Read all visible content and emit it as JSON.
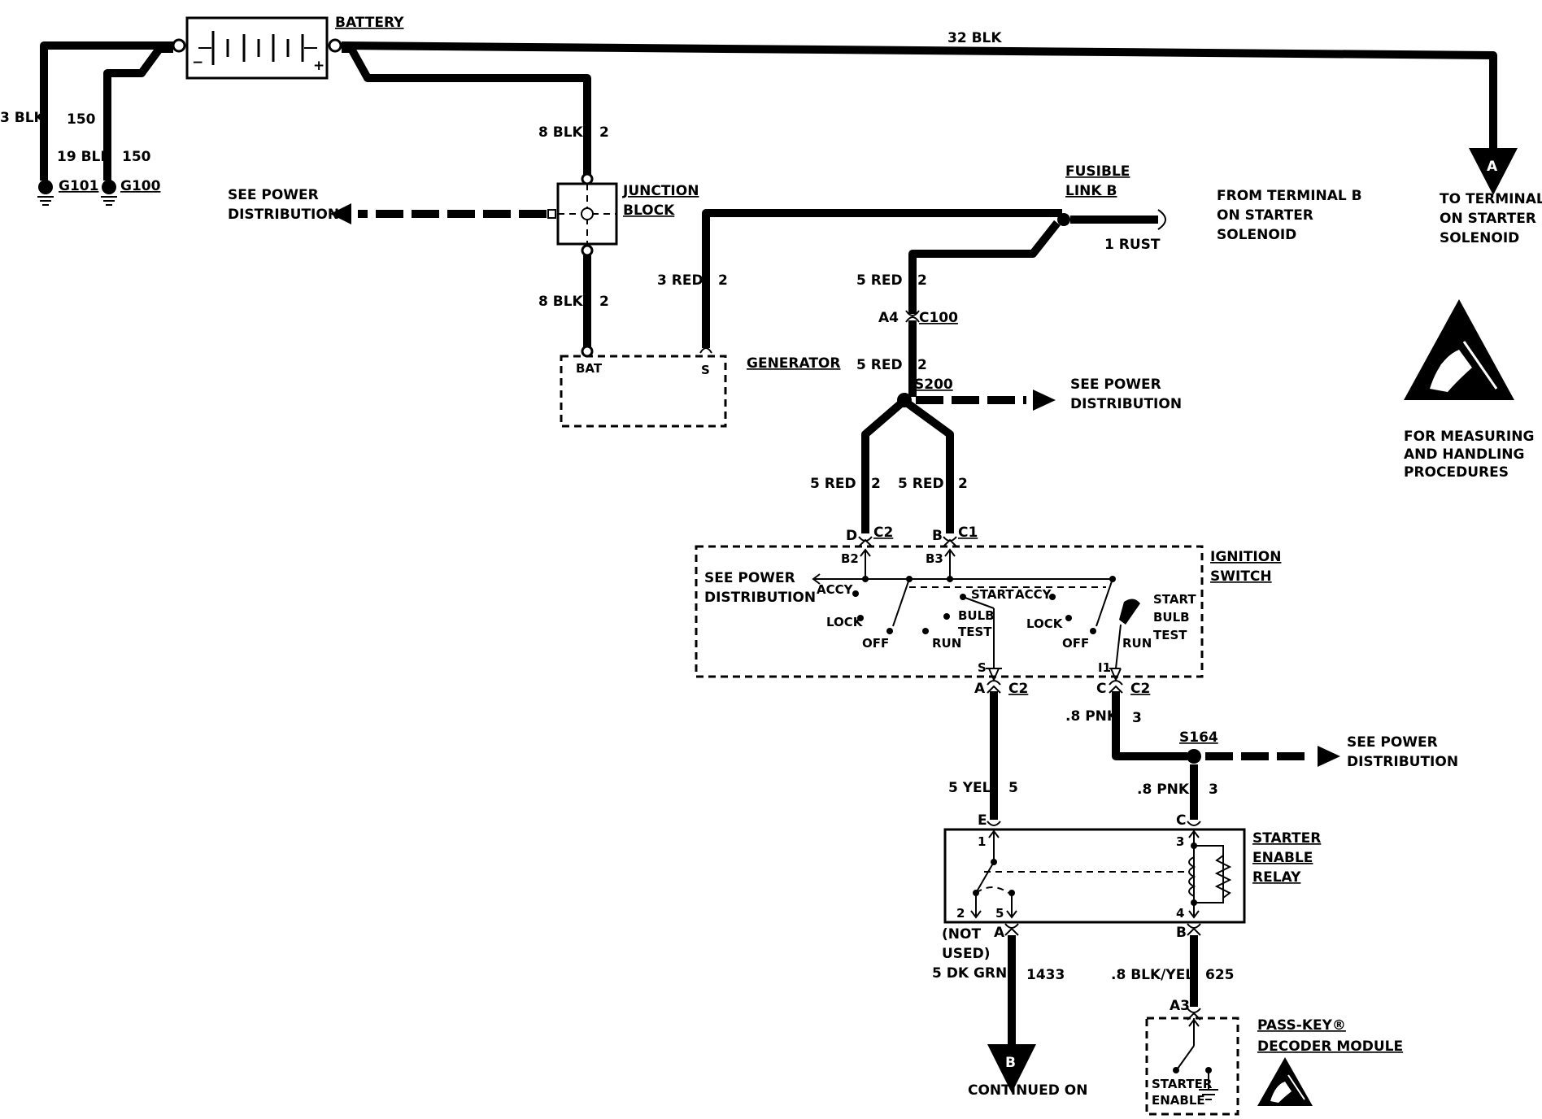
{
  "battery": {
    "label": "BATTERY",
    "wire_top": "32 BLK"
  },
  "grounds": {
    "g101": {
      "label": "G101",
      "wire": "3 BLK",
      "circuit": "150"
    },
    "g100": {
      "label": "G100",
      "wire": "19 BLK",
      "circuit": "150"
    }
  },
  "junction_block": {
    "label_1": "JUNCTION",
    "label_2": "BLOCK",
    "wire_top": "8 BLK",
    "wire_top_circuit": "2",
    "wire_bottom": "8 BLK",
    "wire_bottom_circuit": "2",
    "see_1": "SEE POWER",
    "see_2": "DISTRIBUTION"
  },
  "generator": {
    "label": "GENERATOR",
    "bat": "BAT",
    "s": "S",
    "wire": "3 RED",
    "circuit": "2"
  },
  "fusible_link": {
    "label_1": "FUSIBLE",
    "label_2": "LINK B",
    "wire": "1 RUST",
    "from_1": "FROM TERMINAL B",
    "from_2": "ON STARTER",
    "from_3": "SOLENOID"
  },
  "to_terminal": {
    "marker": "A",
    "line_1": "TO TERMINAL B",
    "line_2": "ON STARTER",
    "line_3": "SOLENOID"
  },
  "esd_note": {
    "line_1": "FOR MEASURING",
    "line_2": "AND HANDLING",
    "line_3": "PROCEDURES"
  },
  "red_circuit": {
    "wire_1": "5 RED",
    "circuit_1": "2",
    "connector_pin": "A4",
    "connector": "C100",
    "wire_2": "5 RED",
    "circuit_2": "2",
    "splice": "S200",
    "see_1": "SEE POWER",
    "see_2": "DISTRIBUTION",
    "left_wire": "5 RED",
    "left_circuit": "2",
    "right_wire": "5 RED",
    "right_circuit": "2"
  },
  "ignition_switch": {
    "label_1": "IGNITION",
    "label_2": "SWITCH",
    "conn_left_pin": "D",
    "conn_left": "C2",
    "conn_left_inner": "B2",
    "conn_right_pin": "B",
    "conn_right": "C1",
    "conn_right_inner": "B3",
    "see_1": "SEE POWER",
    "see_2": "DISTRIBUTION",
    "accy_1": "ACCY",
    "lock_1": "LOCK",
    "off_1": "OFF",
    "run_1": "RUN",
    "start_1": "START",
    "accy_2": "ACCY",
    "bulb_1": "BULB",
    "test_1": "TEST",
    "lock_2": "LOCK",
    "off_2": "OFF",
    "run_2": "RUN",
    "start_2": "START",
    "bulb_2": "BULB",
    "test_2": "TEST",
    "out_s_inner": "S",
    "out_s_pin": "A",
    "out_s_conn": "C2",
    "out_i_inner": "I1",
    "out_i_pin": "C",
    "out_i_conn": "C2"
  },
  "starter_circuit": {
    "pnk_1": ".8 PNK",
    "pnk_1_circuit": "3",
    "splice": "S164",
    "see_1": "SEE POWER",
    "see_2": "DISTRIBUTION",
    "yel": "5 YEL",
    "yel_circuit": "5",
    "pnk_2": ".8 PNK",
    "pnk_2_circuit": "3"
  },
  "starter_relay": {
    "label_1": "STARTER",
    "label_2": "ENABLE",
    "label_3": "RELAY",
    "pin_e": "E",
    "pin_c": "C",
    "pin_1": "1",
    "pin_3": "3",
    "pin_2": "2",
    "pin_5": "5",
    "pin_4": "4",
    "pin_a": "A",
    "pin_b": "B",
    "not_used_1": "(NOT",
    "not_used_2": "USED)",
    "dkgrn": "5 DK GRN",
    "dkgrn_circuit": "1433",
    "blkyel": ".8 BLK/YEL",
    "blkyel_circuit": "625"
  },
  "continued": {
    "marker": "B",
    "text": "CONTINUED ON"
  },
  "passkey": {
    "pin": "A3",
    "label_1": "PASS-KEY®",
    "label_2": "DECODER MODULE",
    "starter": "STARTER",
    "enable": "ENABLE"
  }
}
